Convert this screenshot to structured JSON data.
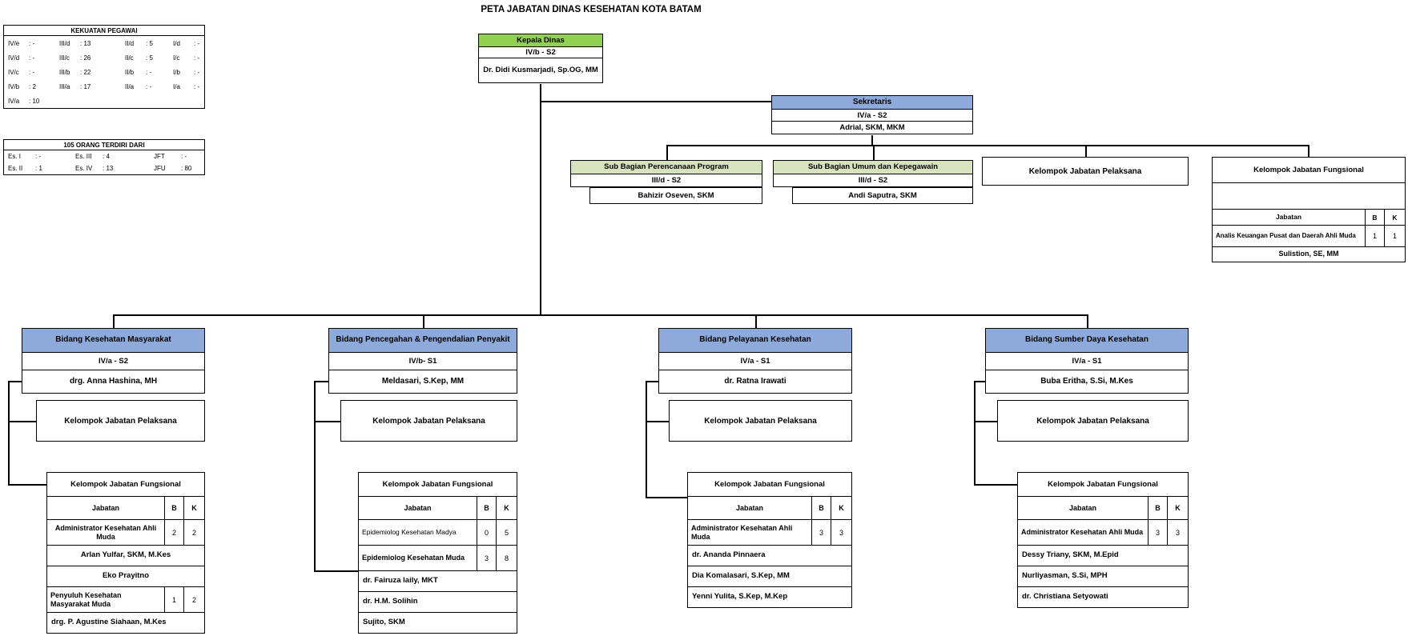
{
  "page_title": "PETA JABATAN DINAS KESEHATAN KOTA BATAM",
  "colors": {
    "kepala_header": "#92D050",
    "bidang_header": "#8EAADB",
    "sub_bagian_header": "#D6E3BC"
  },
  "kekuatan_pegawai": {
    "title": "KEKUATAN PEGAWAI",
    "rows": [
      [
        {
          "l": "IV/e",
          "v": ": -"
        },
        {
          "l": "III/d",
          "v": ": 13"
        },
        {
          "l": "II/d",
          "v": ": 5"
        },
        {
          "l": "I/d",
          "v": ": -"
        }
      ],
      [
        {
          "l": "IV/d",
          "v": ": -"
        },
        {
          "l": "III/c",
          "v": ": 26"
        },
        {
          "l": "II/c",
          "v": ": 5"
        },
        {
          "l": "I/c",
          "v": ": -"
        }
      ],
      [
        {
          "l": "IV/c",
          "v": ": -"
        },
        {
          "l": "III/b",
          "v": ": 22"
        },
        {
          "l": "II/b",
          "v": ": -"
        },
        {
          "l": "I/b",
          "v": ": -"
        }
      ],
      [
        {
          "l": "IV/b",
          "v": ": 2"
        },
        {
          "l": "III/a",
          "v": ": 17"
        },
        {
          "l": "II/a",
          "v": ": -"
        },
        {
          "l": "I/a",
          "v": ": -"
        }
      ],
      [
        {
          "l": "IV/a",
          "v": ": 10"
        },
        {
          "l": "",
          "v": ""
        },
        {
          "l": "",
          "v": ""
        },
        {
          "l": "",
          "v": ""
        }
      ]
    ]
  },
  "komposisi": {
    "title": "105 ORANG TERDIRI DARI",
    "rows": [
      [
        {
          "l": "Es. I",
          "v": ": -"
        },
        {
          "l": "Es. III",
          "v": ": 4"
        },
        {
          "l": "JFT",
          "v": ": -"
        }
      ],
      [
        {
          "l": "Es. II",
          "v": ": 1"
        },
        {
          "l": "Es. IV",
          "v": ": 13"
        },
        {
          "l": "JFU",
          "v": ": 80"
        }
      ]
    ]
  },
  "kepala_dinas": {
    "title": "Kepala Dinas",
    "grade": "IV/b - S2",
    "name": "Dr. Didi Kusmarjadi, Sp.OG, MM"
  },
  "sekretaris": {
    "title": "Sekretaris",
    "grade": "IV/a - S2",
    "name": "Adrial, SKM, MKM"
  },
  "sub_bagian": [
    {
      "title": "Sub Bagian Perencanaan Program",
      "grade": "III/d - S2",
      "name": "Bahizir Oseven, SKM"
    },
    {
      "title": "Sub Bagian Umum dan Kepegawain",
      "grade": "III/d - S2",
      "name": "Andi Saputra, SKM"
    }
  ],
  "pelaksana_label": "Kelompok Jabatan Pelaksana",
  "fungsional_label": "Kelompok Jabatan Fungsional",
  "fungsional_header": {
    "jabatan": "Jabatan",
    "b": "B",
    "k": "K"
  },
  "sekretariat_fungsional": {
    "rows": [
      {
        "type": "jabatan",
        "text": "Analis Keuangan Pusat dan Daerah Ahli Muda",
        "b": "1",
        "k": "1",
        "align": "left"
      },
      {
        "type": "name",
        "text": "Sulistion, SE, MM",
        "align": "center"
      }
    ]
  },
  "bidang": [
    {
      "title": "Bidang Kesehatan Masyarakat",
      "grade": "IV/a - S2",
      "name": "drg. Anna Hashina, MH",
      "fungsional_rows": [
        {
          "type": "jabatan",
          "text": "Administrator Kesehatan Ahli Muda",
          "b": "2",
          "k": "2",
          "align": "center"
        },
        {
          "type": "name",
          "text": "Arlan Yulfar, SKM, M.Kes",
          "align": "center"
        },
        {
          "type": "name",
          "text": "Eko Prayitno",
          "align": "center"
        },
        {
          "type": "jabatan",
          "text": "Penyuluh Kesehatan Masyarakat Muda",
          "b": "1",
          "k": "2",
          "align": "left"
        },
        {
          "type": "name",
          "text": "drg. P. Agustine Siahaan, M.Kes",
          "align": "left"
        }
      ]
    },
    {
      "title": "Bidang Pencegahan & Pengendalian Penyakit",
      "grade": "IV/b- S1",
      "name": "Meldasari, S.Kep, MM",
      "fungsional_rows": [
        {
          "type": "jabatan",
          "text": "Epidemiolog Kesehatan Madya",
          "b": "0",
          "k": "5",
          "align": "left",
          "light": true
        },
        {
          "type": "jabatan",
          "text": "Epidemiolog Kesehatan Muda",
          "b": "3",
          "k": "8",
          "align": "left"
        },
        {
          "type": "name",
          "text": "dr. Fairuza laily, MKT",
          "align": "left"
        },
        {
          "type": "name",
          "text": "dr. H.M. Solihin",
          "align": "left"
        },
        {
          "type": "name",
          "text": "Sujito, SKM",
          "align": "left"
        }
      ]
    },
    {
      "title": "Bidang Pelayanan Kesehatan",
      "grade": "IV/a - S1",
      "name": "dr. Ratna Irawati",
      "fungsional_rows": [
        {
          "type": "jabatan",
          "text": "Administrator Kesehatan Ahli Muda",
          "b": "3",
          "k": "3",
          "align": "left"
        },
        {
          "type": "name",
          "text": "dr. Ananda Pinnaera",
          "align": "left"
        },
        {
          "type": "name",
          "text": "Dia Komalasari, S.Kep, MM",
          "align": "left"
        },
        {
          "type": "name",
          "text": "Yenni Yulita, S.Kep, M.Kep",
          "align": "left"
        }
      ]
    },
    {
      "title": "Bidang Sumber Daya Kesehatan",
      "grade": "IV/a - S1",
      "name": "Buba Eritha, S.Si, M.Kes",
      "fungsional_rows": [
        {
          "type": "jabatan",
          "text": "Administrator Kesehatan Ahli Muda",
          "b": "3",
          "k": "3",
          "align": "left"
        },
        {
          "type": "name",
          "text": "Dessy Triany, SKM, M.Epid",
          "align": "left"
        },
        {
          "type": "name",
          "text": "Nurliyasman, S.Si, MPH",
          "align": "left"
        },
        {
          "type": "name",
          "text": "dr. Christiana Setyowati",
          "align": "left"
        }
      ]
    }
  ]
}
